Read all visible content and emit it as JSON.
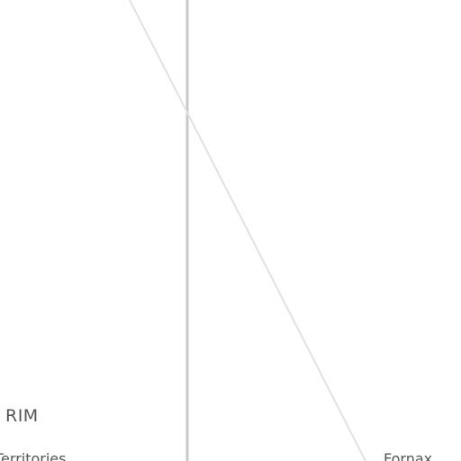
{
  "map": {
    "labels": {
      "rim": "RIM",
      "territories": "Territories",
      "fornax": "Fornax"
    }
  },
  "colors": {
    "background": "#ffffff",
    "vertical_line": "#c8c8c8",
    "diagonal_line": "#e2e2e2",
    "label_text": "#555555"
  }
}
